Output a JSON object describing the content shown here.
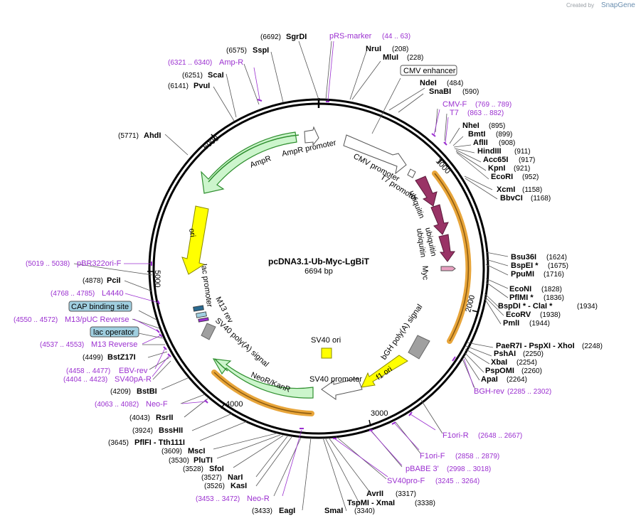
{
  "plasmid": {
    "name": "pcDNA3.1-Ub-Myc-LgBiT",
    "size_label": "6694 bp",
    "length": 6694
  },
  "credit": {
    "created_by": "Created by",
    "brand": "SnapGene"
  },
  "ticks": [
    "1000",
    "2000",
    "3000",
    "4000",
    "5000",
    "6000"
  ],
  "enzymes": [
    {
      "name": "SgrDI",
      "pos": "(6692)"
    },
    {
      "name": "NruI",
      "pos": "(208)"
    },
    {
      "name": "MluI",
      "pos": "(228)"
    },
    {
      "name": "NdeI",
      "pos": "(484)"
    },
    {
      "name": "SnaBI",
      "pos": "(590)"
    },
    {
      "name": "NheI",
      "pos": "(895)"
    },
    {
      "name": "BmtI",
      "pos": "(899)"
    },
    {
      "name": "AflII",
      "pos": "(908)"
    },
    {
      "name": "HindIII",
      "pos": "(911)"
    },
    {
      "name": "Acc65I",
      "pos": "(917)"
    },
    {
      "name": "KpnI",
      "pos": "(921)"
    },
    {
      "name": "EcoRI",
      "pos": "(952)"
    },
    {
      "name": "XcmI",
      "pos": "(1158)"
    },
    {
      "name": "BbvCI",
      "pos": "(1168)"
    },
    {
      "name": "Bsu36I",
      "pos": "(1624)"
    },
    {
      "name": "BspEI *",
      "pos": "(1675)"
    },
    {
      "name": "PpuMI",
      "pos": "(1716)"
    },
    {
      "name": "EcoNI",
      "pos": "(1828)"
    },
    {
      "name": "PflMI *",
      "pos": "(1836)"
    },
    {
      "name": "BspDI * - ClaI *",
      "pos": "(1934)"
    },
    {
      "name": "EcoRV",
      "pos": "(1938)"
    },
    {
      "name": "PmlI",
      "pos": "(1944)"
    },
    {
      "name": "PaeR7I - PspXI - XhoI",
      "pos": "(2248)"
    },
    {
      "name": "PshAI",
      "pos": "(2250)"
    },
    {
      "name": "XbaI",
      "pos": "(2254)"
    },
    {
      "name": "PspOMI",
      "pos": "(2260)"
    },
    {
      "name": "ApaI",
      "pos": "(2264)"
    },
    {
      "name": "AvrII",
      "pos": "(3317)"
    },
    {
      "name": "TspMI - XmaI",
      "pos": "(3338)"
    },
    {
      "name": "SmaI",
      "pos": "(3340)"
    },
    {
      "name": "EagI",
      "pos": "(3433)"
    },
    {
      "name": "KasI",
      "pos": "(3526)"
    },
    {
      "name": "NarI",
      "pos": "(3527)"
    },
    {
      "name": "SfoI",
      "pos": "(3528)"
    },
    {
      "name": "PluTI",
      "pos": "(3530)"
    },
    {
      "name": "MscI",
      "pos": "(3609)"
    },
    {
      "name": "PflFI - Tth111I",
      "pos": "(3645)"
    },
    {
      "name": "BssHII",
      "pos": "(3924)"
    },
    {
      "name": "RsrII",
      "pos": "(4043)"
    },
    {
      "name": "BstBI",
      "pos": "(4209)"
    },
    {
      "name": "BstZ17I",
      "pos": "(4499)"
    },
    {
      "name": "PciI",
      "pos": "(4878)"
    },
    {
      "name": "AhdI",
      "pos": "(5771)"
    },
    {
      "name": "PvuI",
      "pos": "(6141)"
    },
    {
      "name": "ScaI",
      "pos": "(6251)"
    },
    {
      "name": "SspI",
      "pos": "(6575)"
    }
  ],
  "primers": [
    {
      "name": "pRS-marker",
      "range": "(44 .. 63)"
    },
    {
      "name": "Amp-R",
      "range": "(6321 .. 6340)"
    },
    {
      "name": "CMV-F",
      "range": "(769 .. 789)"
    },
    {
      "name": "T7",
      "range": "(863 .. 882)"
    },
    {
      "name": "BGH-rev",
      "range": "(2285 .. 2302)"
    },
    {
      "name": "F1ori-R",
      "range": "(2648 .. 2667)"
    },
    {
      "name": "F1ori-F",
      "range": "(2858 .. 2879)"
    },
    {
      "name": "pBABE 3'",
      "range": "(2998 .. 3018)"
    },
    {
      "name": "SV40pro-F",
      "range": "(3245 .. 3264)"
    },
    {
      "name": "Neo-R",
      "range": "(3453 .. 3472)"
    },
    {
      "name": "Neo-F",
      "range": "(4063 .. 4082)"
    },
    {
      "name": "SV40pA-R",
      "range": "(4404 .. 4423)"
    },
    {
      "name": "EBV-rev",
      "range": "(4458 .. 4477)"
    },
    {
      "name": "M13 Reverse",
      "range": "(4537 .. 4553)"
    },
    {
      "name": "M13/pUC Reverse",
      "range": "(4550 .. 4572)"
    },
    {
      "name": "L4440",
      "range": "(4768 .. 4785)"
    },
    {
      "name": "pBR322ori-F",
      "range": "(5019 .. 5038)"
    }
  ],
  "boxed_features": [
    "CMV enhancer",
    "CAP binding site",
    "lac operator"
  ],
  "features": [
    "CMV promoter",
    "T7 promoter",
    "ubiquitin",
    "ubiquitin",
    "ubiquitin",
    "Myc",
    "bGH poly(A) signal",
    "f1 ori",
    "SV40 promoter",
    "SV40 ori",
    "NeoR/KanR",
    "SV40 poly(A) signal",
    "M13 rev",
    "lac promoter",
    "ori",
    "AmpR",
    "AmpR promoter"
  ],
  "colors": {
    "primer": "#9b30d0",
    "ampr_fill": "#ccf5cc",
    "ampr_stroke": "#2f8f2f",
    "ori_fill": "#ffff00",
    "ubiquitin_fill": "#993366",
    "orange_arc": "#e8a53a",
    "promoter_fill": "#ffffff",
    "grey_feature": "#a0a0a0",
    "boxed_blue": "#a0cfe0"
  }
}
